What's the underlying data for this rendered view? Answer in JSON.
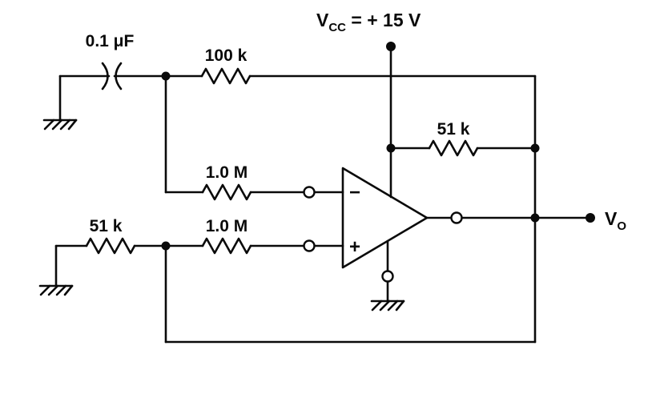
{
  "diagram_type": "op-amp oscillator circuit schematic",
  "supply": {
    "v": "V",
    "sub": "CC",
    "eq": " = + 15 V"
  },
  "output": {
    "v": "V",
    "sub": "O"
  },
  "components": {
    "capacitor": "0.1 μF",
    "resistor_top": "100 k",
    "resistor_feedback": "51 k",
    "resistor_inverting": "1.0 M",
    "resistor_left": "51 k",
    "resistor_noninverting": "1.0 M"
  },
  "opamp": {
    "inverting": "−",
    "noninverting": "+"
  },
  "colors": {
    "ink": "#0a0a0a",
    "paper": "#ffffff"
  }
}
